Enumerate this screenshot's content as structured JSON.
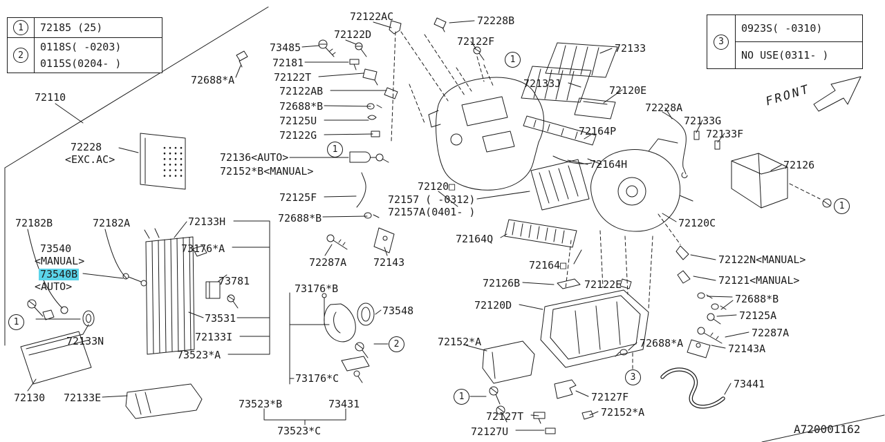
{
  "page": {
    "bg": "#ffffff",
    "doc_code": "A720001162",
    "front_label": "FRONT",
    "highlight_color": "#5bd4ea",
    "line_color": "#1a1a1a"
  },
  "legend_left": {
    "rows": [
      {
        "num": "1",
        "lines": [
          "72185 (25)"
        ]
      },
      {
        "num": "2",
        "lines": [
          "0118S( -0203)",
          "0115S(0204- )"
        ]
      }
    ]
  },
  "legend_right": {
    "num": "3",
    "lines": [
      "0923S( -0310)",
      "NO USE(0311- )"
    ]
  },
  "labels": [
    {
      "text": "72122AC"
    },
    {
      "text": "72228B"
    },
    {
      "text": "72122D"
    },
    {
      "text": "72122F"
    },
    {
      "text": "73485"
    },
    {
      "text": "72133"
    },
    {
      "text": "72181"
    },
    {
      "text": "72122T"
    },
    {
      "text": "72133J"
    },
    {
      "text": "72122AB"
    },
    {
      "text": "72120E"
    },
    {
      "text": "72688*B"
    },
    {
      "text": "72228A"
    },
    {
      "text": "72125U"
    },
    {
      "text": "72133G"
    },
    {
      "text": "72122G"
    },
    {
      "text": "72133F"
    },
    {
      "text": "72110"
    },
    {
      "text": "72688*A"
    },
    {
      "text": "72228"
    },
    {
      "text": "<EXC.AC>"
    },
    {
      "text": "72136<AUTO>"
    },
    {
      "text": "72152*B<MANUAL>"
    },
    {
      "text": "72164P"
    },
    {
      "text": "72126"
    },
    {
      "text": "72164H"
    },
    {
      "text": "72125F"
    },
    {
      "text": "72120□"
    },
    {
      "text": "72157 ( -0312)"
    },
    {
      "text": "72157A(0401- )"
    },
    {
      "text": "72688*B"
    },
    {
      "text": "72120C"
    },
    {
      "text": "72164Q"
    },
    {
      "text": "72287A"
    },
    {
      "text": "72143"
    },
    {
      "text": "72164□"
    },
    {
      "text": "72122N<MANUAL>"
    },
    {
      "text": "72121<MANUAL>"
    },
    {
      "text": "72182B"
    },
    {
      "text": "72182A"
    },
    {
      "text": "72133H"
    },
    {
      "text": "73540"
    },
    {
      "text": "<MANUAL>"
    },
    {
      "text": "73540B",
      "highlight": true
    },
    {
      "text": "<AUTO>"
    },
    {
      "text": "73176*A"
    },
    {
      "text": "73781"
    },
    {
      "text": "72126B"
    },
    {
      "text": "72122E"
    },
    {
      "text": "72120D"
    },
    {
      "text": "72688*B"
    },
    {
      "text": "72125A"
    },
    {
      "text": "73531"
    },
    {
      "text": "72133I"
    },
    {
      "text": "72133N"
    },
    {
      "text": "73523*A"
    },
    {
      "text": "72287A"
    },
    {
      "text": "72143A"
    },
    {
      "text": "72688*A"
    },
    {
      "text": "73176*B"
    },
    {
      "text": "73548"
    },
    {
      "text": "72152*A"
    },
    {
      "text": "73176*C"
    },
    {
      "text": "72130"
    },
    {
      "text": "72133E"
    },
    {
      "text": "73523*B"
    },
    {
      "text": "73431"
    },
    {
      "text": "73523*C"
    },
    {
      "text": "72127F"
    },
    {
      "text": "72127T"
    },
    {
      "text": "72152*A"
    },
    {
      "text": "72127U"
    },
    {
      "text": "73441"
    }
  ],
  "callouts": [
    {
      "num": "1"
    },
    {
      "num": "1"
    },
    {
      "num": "1"
    },
    {
      "num": "1"
    },
    {
      "num": "1"
    },
    {
      "num": "2"
    },
    {
      "num": "3"
    }
  ]
}
